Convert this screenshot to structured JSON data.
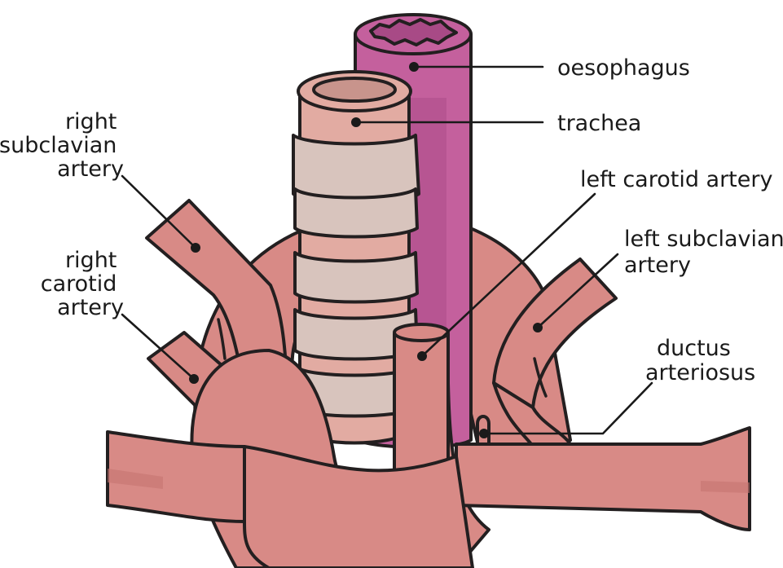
{
  "labels": {
    "oesophagus": "oesophagus",
    "trachea": "trachea",
    "left_carotid_artery": "left carotid artery",
    "left_subclavian_artery": [
      "left subclavian",
      "artery"
    ],
    "ductus_arteriosus": [
      "ductus",
      "arteriosus"
    ],
    "right_subclavian_artery": [
      "right",
      "subclavian",
      "artery"
    ],
    "right_carotid_artery": [
      "right",
      "carotid",
      "artery"
    ]
  },
  "colors": {
    "artery": "#d88a86",
    "artery_shadow": "#c77571",
    "oesophagus": "#c4609d",
    "oesophagus_shadow": "#a84a86",
    "trachea": "#e2aba2",
    "trachea_rings": "#d8c4bd",
    "outline": "#231f20"
  }
}
